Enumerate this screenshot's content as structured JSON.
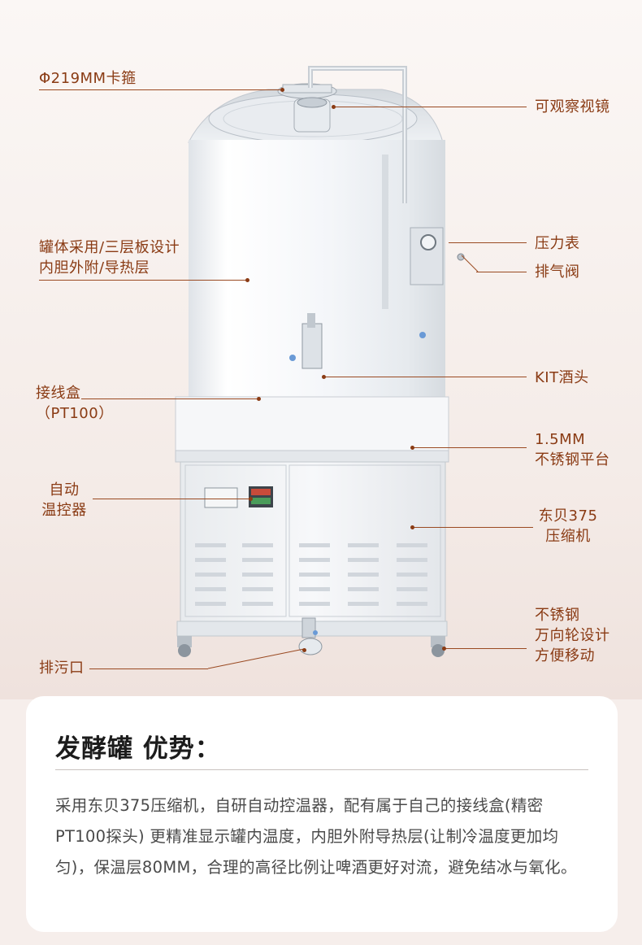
{
  "labels": {
    "clamp": "Φ219MM卡箍",
    "sight_glass": "可观察视镜",
    "tank_body": "罐体采用/三层板设计\n内胆外附/导热层",
    "pressure_gauge": "压力表",
    "exhaust_valve": "排气阀",
    "junction_box": "接线盒\n（PT100）",
    "kit_tap": "KIT酒头",
    "platform": "1.5MM\n不锈钢平台",
    "thermostat": "自动\n温控器",
    "compressor": "东贝375\n压缩机",
    "casters": "不锈钢\n万向轮设计\n方便移动",
    "drain": "排污口"
  },
  "advantage": {
    "title": "发酵罐 优势：",
    "body": "采用东贝375压缩机，自研自动控温器，配有属于自己的接线盒(精密PT100探头) 更精准显示罐内温度，内胆外附导热层(让制冷温度更加均匀)，保温层80MM，合理的高径比例让啤酒更好对流，避免结冰与氧化。"
  },
  "colors": {
    "label_text": "#8a3b14",
    "leader_line": "#9a4a22",
    "tank": "#f3f5f8",
    "card_bg": "#ffffff"
  }
}
